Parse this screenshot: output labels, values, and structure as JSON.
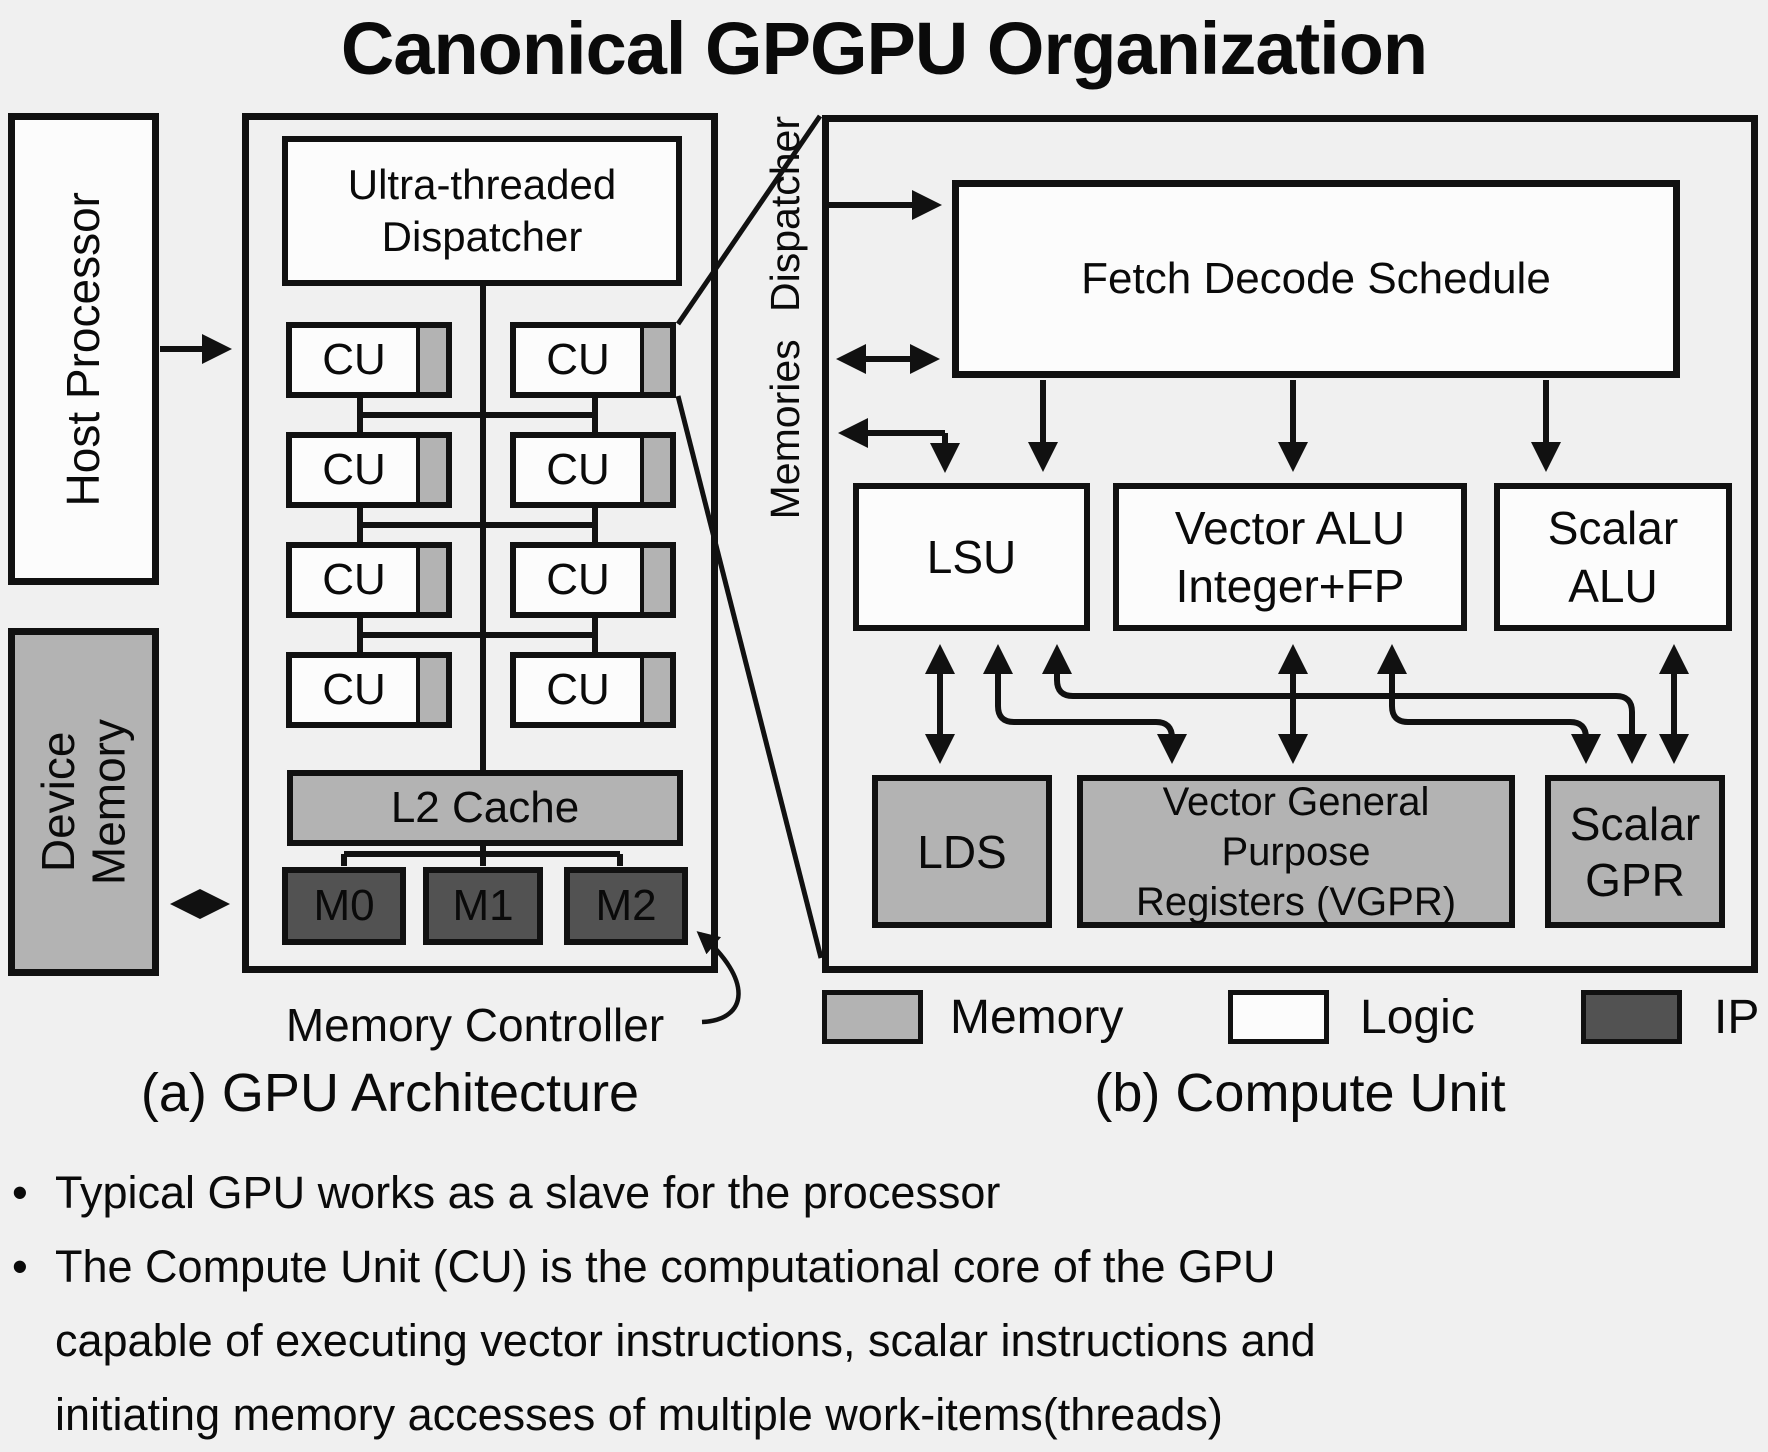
{
  "title": "Canonical GPGPU Organization",
  "colors": {
    "background": "#f0f0f0",
    "logic": "#fcfcfc",
    "memory": "#b3b3b3",
    "ip": "#525252",
    "line": "#111111",
    "text": "#0a0a0a"
  },
  "panel_a": {
    "caption": "(a) GPU Architecture",
    "host_processor": "Host Processor",
    "device_memory_line1": "Device",
    "device_memory_line2": "Memory",
    "dispatcher_line1": "Ultra-threaded",
    "dispatcher_line2": "Dispatcher",
    "cu_label": "CU",
    "l2_cache": "L2 Cache",
    "memory_modules": [
      "M0",
      "M1",
      "M2"
    ],
    "memory_controller": "Memory Controller"
  },
  "panel_b": {
    "caption": "(b) Compute Unit",
    "memories_dispatcher": "Memories Dispatcher",
    "fetch_decode_schedule": "Fetch Decode Schedule",
    "lsu": "LSU",
    "vector_alu_line1": "Vector ALU",
    "vector_alu_line2": "Integer+FP",
    "scalar_alu_line1": "Scalar",
    "scalar_alu_line2": "ALU",
    "lds": "LDS",
    "vgpr_line1": "Vector General",
    "vgpr_line2": "Purpose",
    "vgpr_line3": "Registers (VGPR)",
    "scalar_gpr_line1": "Scalar",
    "scalar_gpr_line2": "GPR"
  },
  "legend": {
    "items": [
      {
        "label": "Memory",
        "type": "memory"
      },
      {
        "label": "Logic",
        "type": "logic"
      },
      {
        "label": "IP",
        "type": "ip"
      }
    ]
  },
  "bullets": [
    {
      "marker": "•",
      "lines": [
        "Typical GPU works as a slave for the processor"
      ]
    },
    {
      "marker": "•",
      "lines": [
        "The Compute Unit (CU) is the computational core of the GPU",
        "capable of executing vector instructions, scalar instructions and",
        "initiating memory accesses of multiple work-items(threads)"
      ]
    }
  ]
}
